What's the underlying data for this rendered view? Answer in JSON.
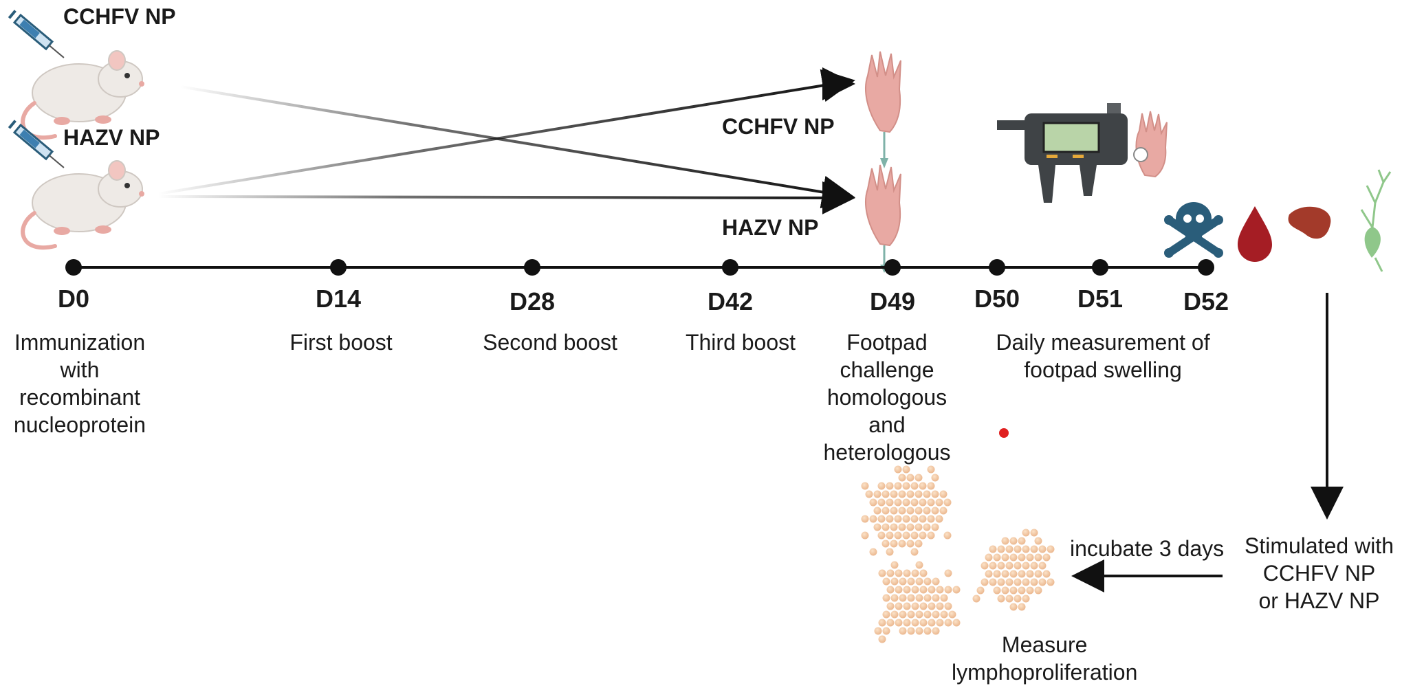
{
  "groups": [
    {
      "id": "cchfv",
      "label": "CCHFV NP"
    },
    {
      "id": "hazv",
      "label": "HAZV NP"
    }
  ],
  "challenge_labels": {
    "top": "CCHFV NP",
    "bottom": "HAZV NP"
  },
  "timeline": [
    {
      "day": "D0",
      "desc": "Immunization\nwith\nrecombinant\nnucleoprotein"
    },
    {
      "day": "D14",
      "desc": "First boost"
    },
    {
      "day": "D28",
      "desc": "Second boost"
    },
    {
      "day": "D42",
      "desc": "Third boost"
    },
    {
      "day": "D49",
      "desc": "Footpad\nchallenge\nhomologous\nand\nheterologous"
    },
    {
      "day": "D50",
      "desc": ""
    },
    {
      "day": "D51",
      "desc": ""
    },
    {
      "day": "D52",
      "desc": ""
    }
  ],
  "measurement_text": "Daily measurement of\nfootpad swelling",
  "stimulation_text": "Stimulated with\nCCHFV NP\nor HAZV NP",
  "incubate_text": "incubate 3 days",
  "measure_text": "Measure\nlymphoproliferation",
  "colors": {
    "line": "#111111",
    "mouse": "#eeeae6",
    "skin": "#e8a9a3",
    "skull": "#2a5d7a",
    "blood": "#a51d24",
    "spleen": "#a33a2a",
    "neuron": "#8fc78a",
    "cells": "#f1c49e",
    "dot": "#e02020",
    "caliper": "#3f4346"
  }
}
